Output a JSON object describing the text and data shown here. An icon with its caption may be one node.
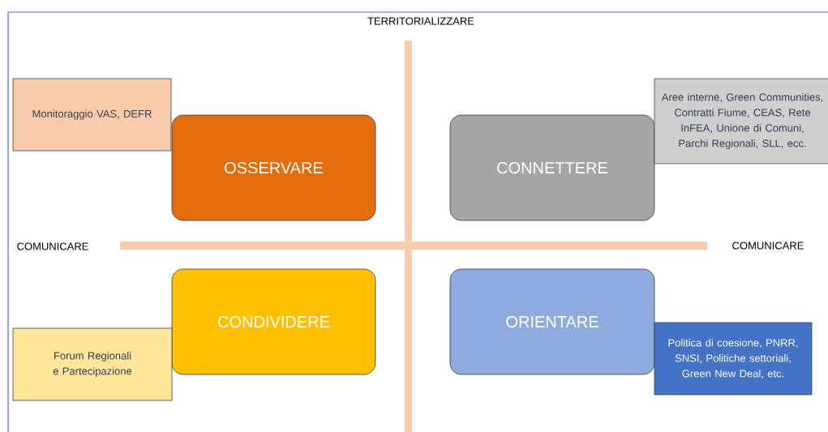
{
  "diagram": {
    "nodes": [
      {
        "text": [
          "Monitoraggio VAS, DEFR"
        ]
      },
      {
        "text": [
          "Aree interne, Green Communities, Contratti Fiume, CEAS, Rete InFEA, Unione di Comuni, Parchi Regionali, SLL, ecc."
        ]
      },
      {
        "text": [
          "OSSERVARE"
        ]
      },
      {
        "text": [
          "CONNETTERE"
        ]
      },
      {
        "text": [
          "CONDIVIDERE"
        ]
      },
      {
        "text": [
          "ORIENTARE"
        ]
      },
      {
        "text": [
          "Forum Regionali e Partecipazione"
        ]
      },
      {
        "text": [
          "Politica di coesione, PNRR, SNSI, Politiche settoriali, Green New Deal, etc."
        ]
      }
    ],
    "labels": [
      "TERRITORIALIZZARE",
      "COMUNICARE",
      "COMUNICARE"
    ]
  }
}
